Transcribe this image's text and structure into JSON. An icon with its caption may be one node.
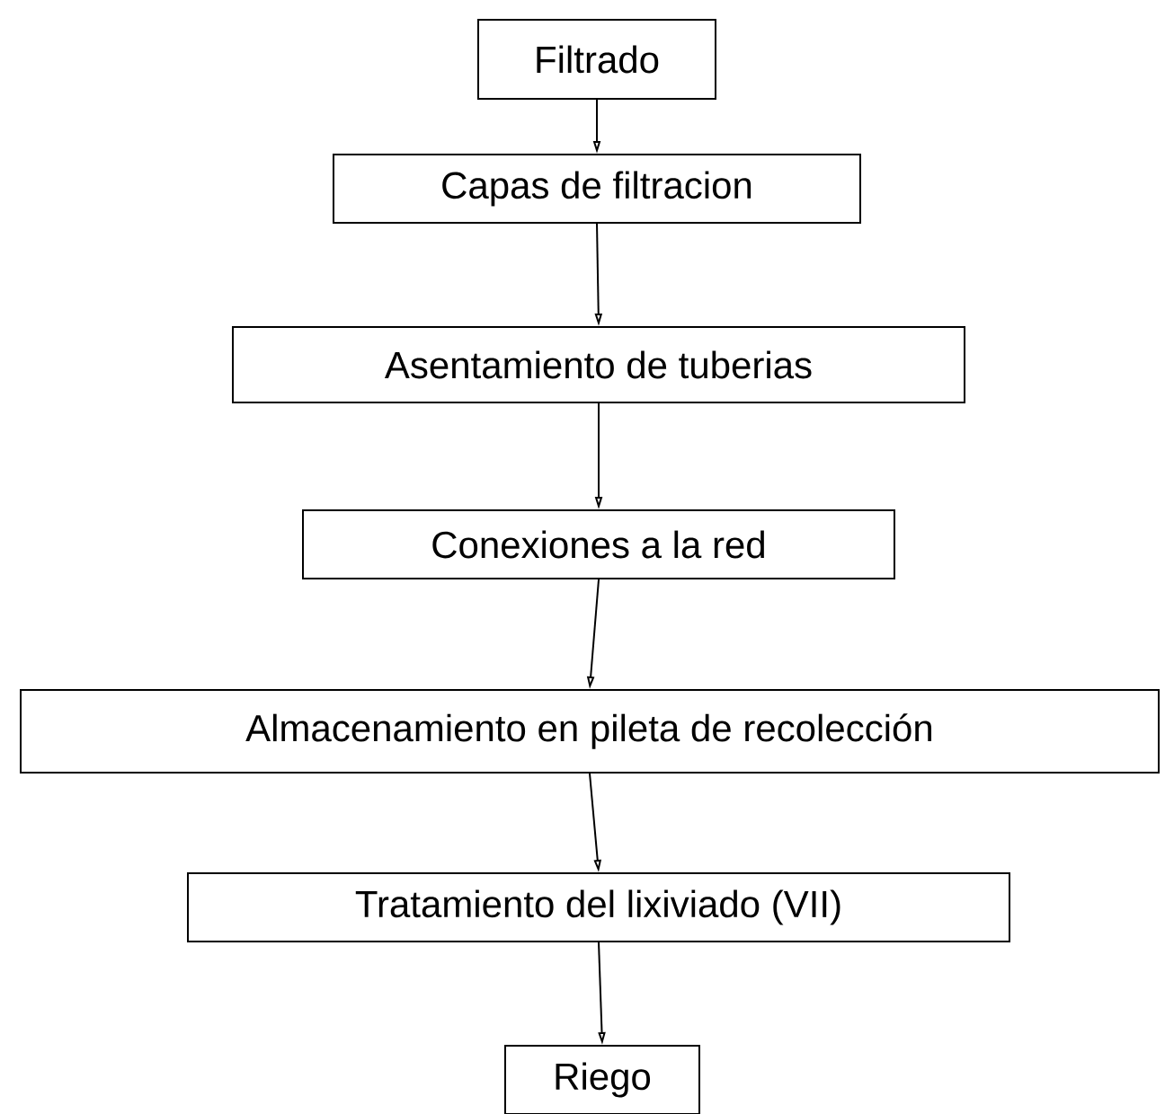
{
  "diagram": {
    "nodes": [
      {
        "text": [
          "Filtrado"
        ]
      },
      {
        "text": [
          "Capas de filtracion"
        ]
      },
      {
        "text": [
          "Asentamiento de tuberias"
        ]
      },
      {
        "text": [
          "Conexiones a la red"
        ]
      },
      {
        "text": [
          "Almacenamiento en pileta de recolección"
        ]
      },
      {
        "text": [
          "Tratamiento del lixiviado (VII)"
        ]
      },
      {
        "text": [
          "Riego"
        ]
      }
    ],
    "edges": [
      {
        "from": 0,
        "to": 1,
        "arrow": "to"
      },
      {
        "from": 1,
        "to": 2,
        "arrow": "to"
      },
      {
        "from": 2,
        "to": 3,
        "arrow": "to"
      },
      {
        "from": 3,
        "to": 4,
        "arrow": "to"
      },
      {
        "from": 4,
        "to": 5,
        "arrow": "to"
      },
      {
        "from": 5,
        "to": 6,
        "arrow": "to"
      }
    ]
  }
}
